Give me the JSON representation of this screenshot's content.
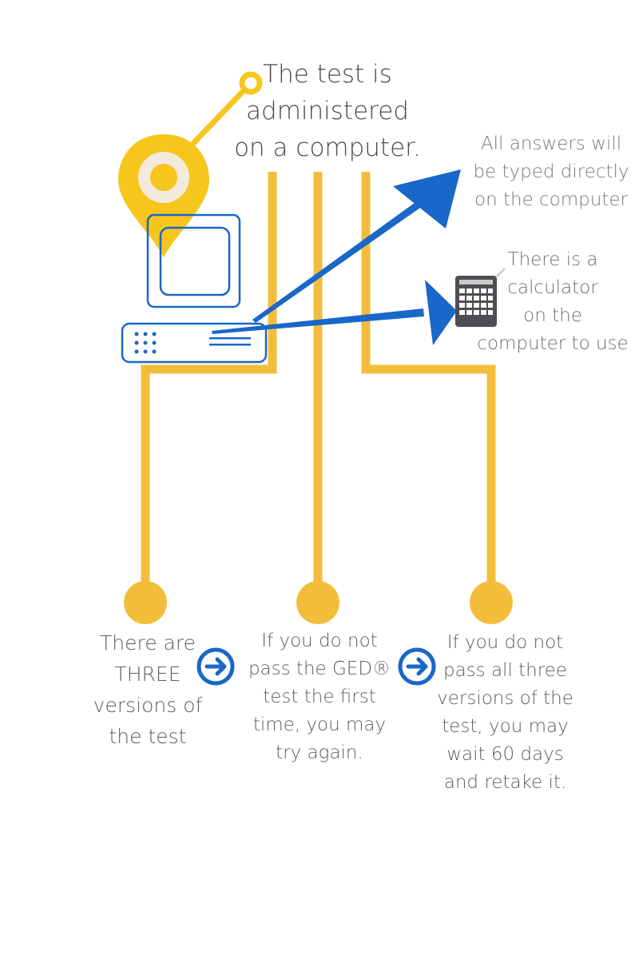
{
  "title": {
    "lines": [
      "The test is",
      "administered",
      "on a computer."
    ]
  },
  "notes": {
    "typed": [
      "All answers will",
      "be typed directly",
      "on the computer"
    ],
    "calculator": [
      "There is a",
      "calculator",
      "on the",
      "computer to use"
    ]
  },
  "steps": [
    {
      "lines": [
        "There are",
        "THREE",
        "versions of",
        "the test"
      ]
    },
    {
      "lines": [
        "If you do not",
        "pass the GED®",
        "test the first",
        "time, you may",
        "try again."
      ]
    },
    {
      "lines": [
        "If you do not",
        "pass all three",
        "versions of the",
        "test, you may",
        "wait 60 days",
        "and retake it."
      ]
    }
  ],
  "icons": [
    "location-pin-icon",
    "monitor-icon",
    "computer-base-icon",
    "calculator-icon",
    "arrow-right-circle-icon"
  ],
  "colors": {
    "accent_yellow": "#f3bd3c",
    "pin_yellow": "#f6c61d",
    "blue": "#1967c8",
    "calculator": "#4d4d52",
    "text": "#5e5e5e"
  }
}
